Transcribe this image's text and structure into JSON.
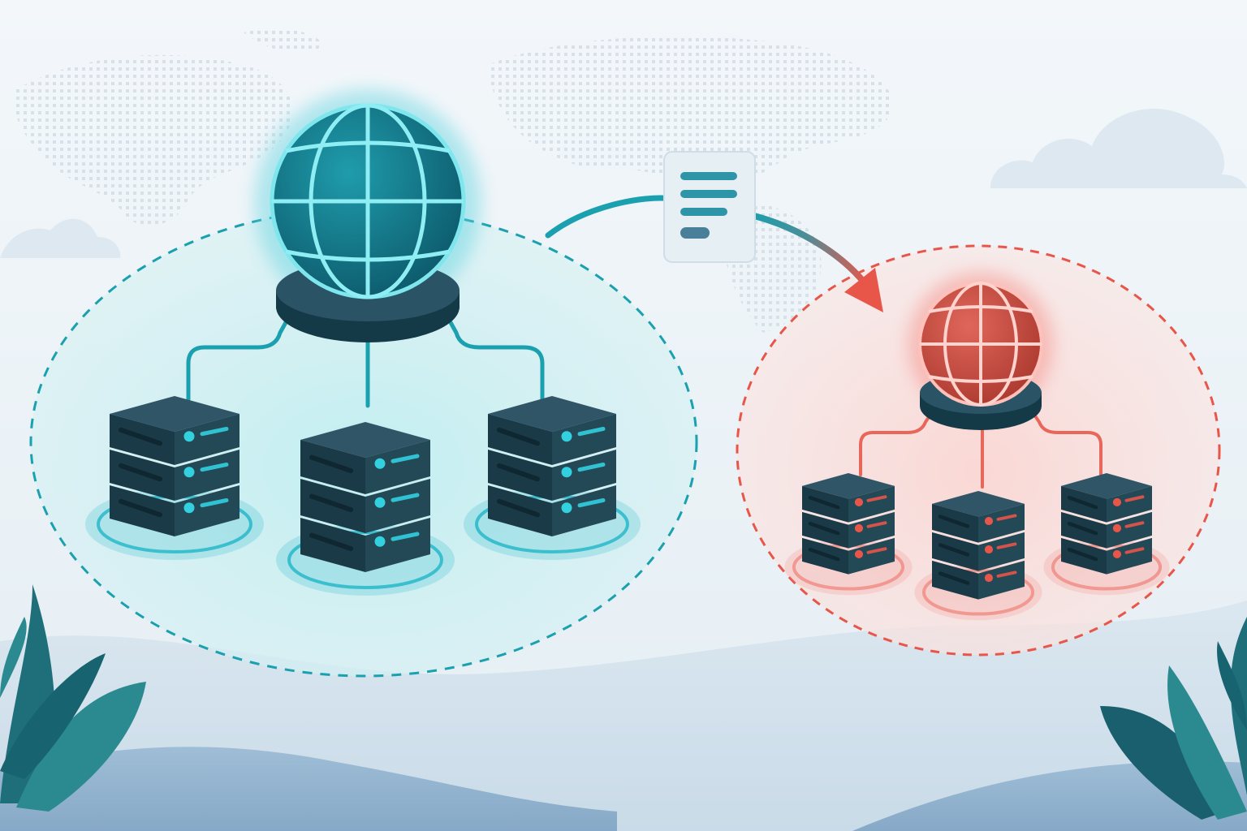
{
  "diagram": {
    "kind": "network-migration",
    "source_cluster": {
      "theme": "teal",
      "globe_icon": "globe-icon",
      "server_count": 3,
      "colors": {
        "glow": "#1fb5c7",
        "globe_fill": "#0e6f80",
        "line": "#1aa0ae",
        "led": "#33d0e0"
      }
    },
    "target_cluster": {
      "theme": "red",
      "globe_icon": "globe-icon",
      "server_count": 3,
      "colors": {
        "glow": "#f08a82",
        "globe_fill": "#c94a3e",
        "line": "#e8665a",
        "led": "#e8564a"
      }
    },
    "transfer": {
      "icon": "document-icon",
      "direction": "source-to-target",
      "arrow_gradient": [
        "#1aa0ae",
        "#e8564a"
      ]
    }
  }
}
